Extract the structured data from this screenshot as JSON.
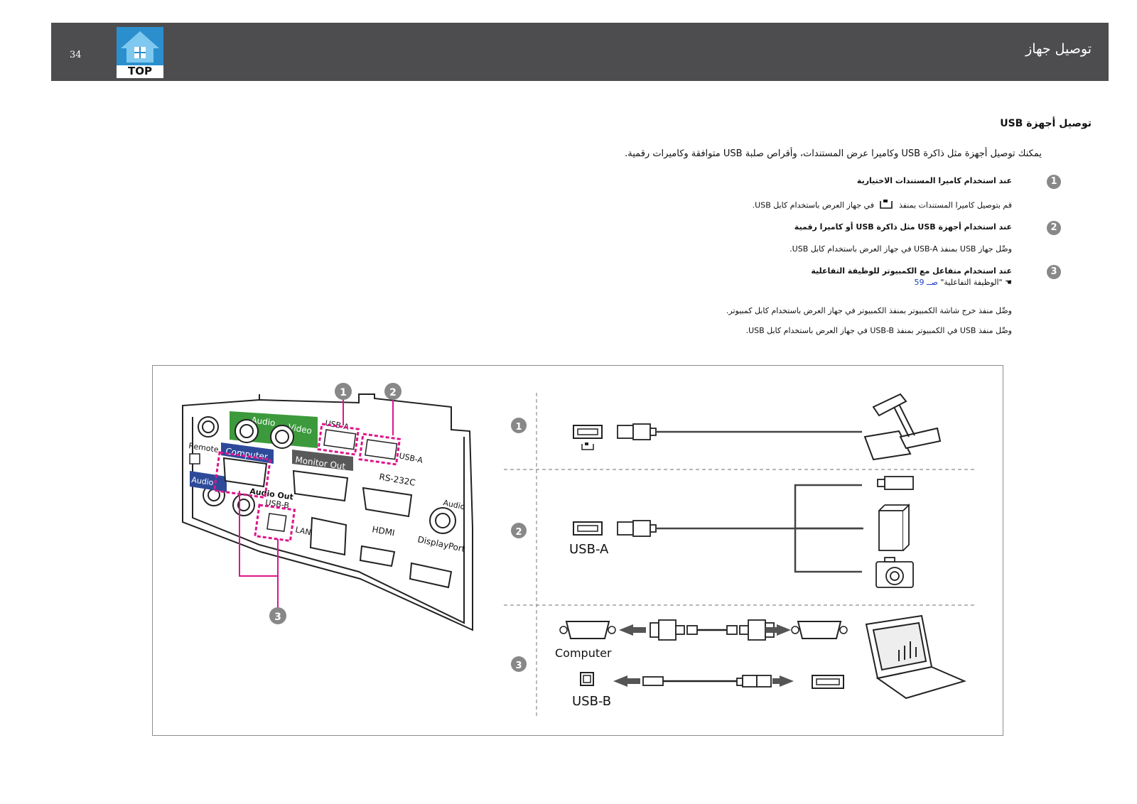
{
  "header": {
    "page_number": "34",
    "top_label": "TOP",
    "title": "توصيل جهاز"
  },
  "section": {
    "title": "توصيل أجهزة USB",
    "intro": "يمكنك توصيل أجهزة مثل ذاكرة USB وكاميرا عرض المستندات، وأقراص صلبة USB متوافقة وكاميرات رقمية."
  },
  "items": [
    {
      "number": "1",
      "heading": "عند استخدام كاميرا المستندات الاختيارية",
      "body_before_icon": "قم بتوصيل كاميرا المستندات بمنفذ",
      "body_after_icon": "في جهاز العرض باستخدام كابل USB."
    },
    {
      "number": "2",
      "heading": "عند استخدام أجهزة USB مثل ذاكرة USB أو كاميرا رقمية",
      "body": "وصِّل جهاز USB بمنفذ USB-A في جهاز العرض باستخدام كابل USB."
    },
    {
      "number": "3",
      "heading": "عند استخدام متفاعل مع الكمبيوتر للوظيفة التفاعلية",
      "ref_text": "\"الوظيفة التفاعلية\"",
      "ref_link": "صــ 59",
      "body_lines": [
        "وصِّل منفذ خرج شاشة الكمبيوتر بمنفذ الكمبيوتر في جهاز العرض باستخدام كابل كمبيوتر.",
        "وصِّل منفذ USB في الكمبيوتر بمنفذ USB-B في جهاز العرض باستخدام كابل USB."
      ]
    }
  ],
  "diagram": {
    "panel_labels": {
      "audio": "Audio",
      "video": "Video",
      "usb_a_top": "USB-A",
      "usb_a_side": "USB-A",
      "remote": "Remote",
      "computer": "Computer",
      "monitor_out": "Monitor Out",
      "rs232c": "RS-232C",
      "audio_left": "Audio",
      "audio_out": "Audio Out",
      "usb_b": "USB-B",
      "lan": "LAN",
      "hdmi": "HDMI",
      "displayport": "DisplayPort",
      "audio_right": "Audio"
    },
    "callouts": [
      "1",
      "2",
      "3"
    ],
    "row_labels": {
      "usb_a": "USB-A",
      "computer": "Computer",
      "usb_b": "USB-B"
    }
  }
}
